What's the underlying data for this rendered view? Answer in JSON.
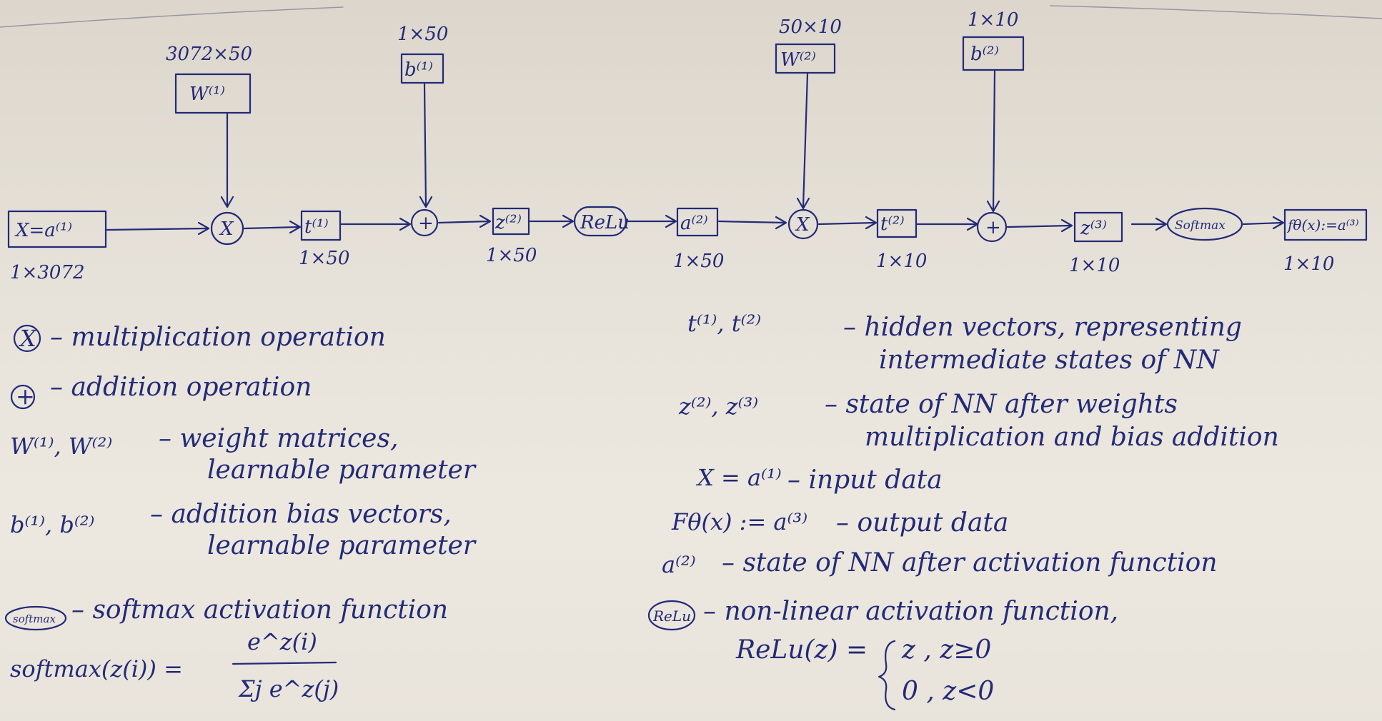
{
  "nodes": {
    "input": "X=a⁽¹⁾",
    "w1": "W⁽¹⁾",
    "b1": "b⁽¹⁾",
    "mult1": "X",
    "t1": "t⁽¹⁾",
    "add1": "+",
    "z2": "z⁽²⁾",
    "relu": "ReLu",
    "a2": "a⁽²⁾",
    "w2": "W⁽²⁾",
    "b2": "b⁽²⁾",
    "mult2": "X",
    "t2": "t⁽²⁾",
    "add2": "+",
    "z3": "z⁽³⁾",
    "softmax": "Softmax",
    "output": "fθ(x):=a⁽³⁾"
  },
  "dims": {
    "input": "1×3072",
    "w1": "3072×50",
    "b1": "1×50",
    "t1": "1×50",
    "z2": "1×50",
    "a2": "1×50",
    "w2": "50×10",
    "b2": "1×10",
    "t2": "1×10",
    "z3": "1×10",
    "output": "1×10"
  },
  "legend_left": {
    "mult_sym": "X",
    "mult": "– multiplication operation",
    "add_sym": "+",
    "add": "– addition operation",
    "w_sym": "W⁽¹⁾, W⁽²⁾",
    "w_1": "– weight matrices,",
    "w_2": "learnable parameter",
    "b_sym": "b⁽¹⁾, b⁽²⁾",
    "b_1": "– addition bias vectors,",
    "b_2": "learnable parameter",
    "softmax_sym": "softmax",
    "softmax_desc": "– softmax activation function",
    "softmax_lhs": "softmax(z(i)) =",
    "softmax_num": "e^z(i)",
    "softmax_den": "Σj e^z(j)"
  },
  "legend_right": {
    "t_sym": "t⁽¹⁾, t⁽²⁾",
    "t_1": "– hidden vectors, representing",
    "t_2": "intermediate states of NN",
    "z_sym": "z⁽²⁾, z⁽³⁾",
    "z_1": "– state of NN after weights",
    "z_2": "multiplication and bias addition",
    "x_sym": "X = a⁽¹⁾",
    "x_desc": "– input data",
    "f_sym": "Fθ(x) := a⁽³⁾",
    "f_desc": "– output data",
    "a_sym": "a⁽²⁾",
    "a_desc": "– state of NN after activation function",
    "relu_sym": "ReLu",
    "relu_desc": "– non-linear activation function,",
    "relu_lhs": "ReLu(z) =",
    "relu_case1": "z , z≥0",
    "relu_case2": "0 , z<0"
  }
}
